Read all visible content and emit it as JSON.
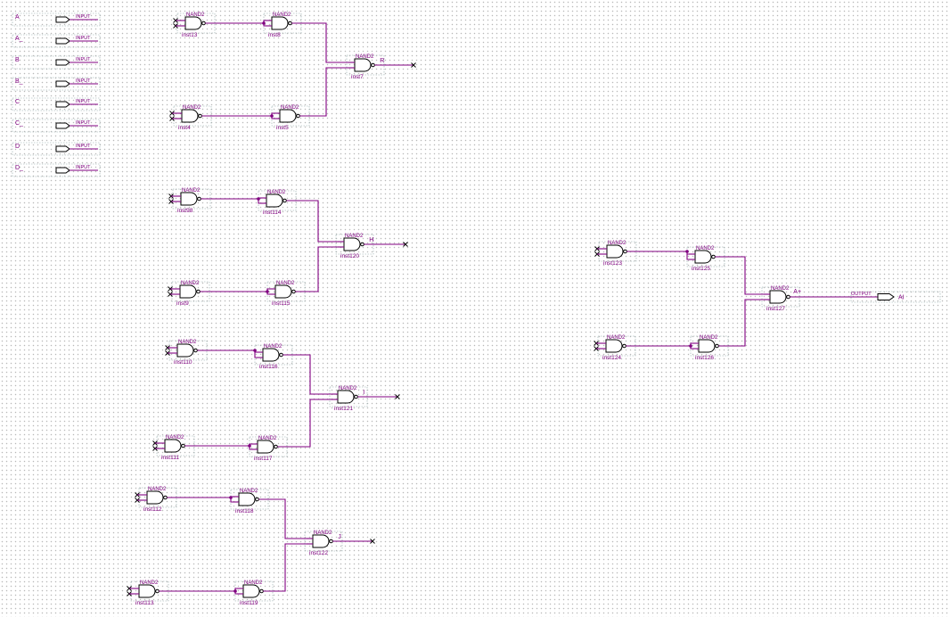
{
  "schematic": {
    "gate_type": "NAND2",
    "output_pin_label": "OUTPUT",
    "input_pin_label": "INPUT",
    "input_pins": [
      "A",
      "A_",
      "B",
      "B_",
      "C",
      "C_",
      "D",
      "D_"
    ],
    "outputs": [
      {
        "name": "R"
      },
      {
        "name": "H"
      },
      {
        "name": "I"
      },
      {
        "name": "J"
      },
      {
        "name": "A+"
      }
    ],
    "output_pin": "AI",
    "instances": [
      "inst13",
      "inst8",
      "inst7",
      "inst4",
      "inst5",
      "inst98",
      "inst114",
      "inst120",
      "inst9",
      "inst115",
      "inst110",
      "inst116",
      "inst121",
      "inst111",
      "inst117",
      "inst112",
      "inst118",
      "inst122",
      "inst113",
      "inst119",
      "inst123",
      "inst125",
      "inst127",
      "inst124",
      "inst126"
    ]
  }
}
